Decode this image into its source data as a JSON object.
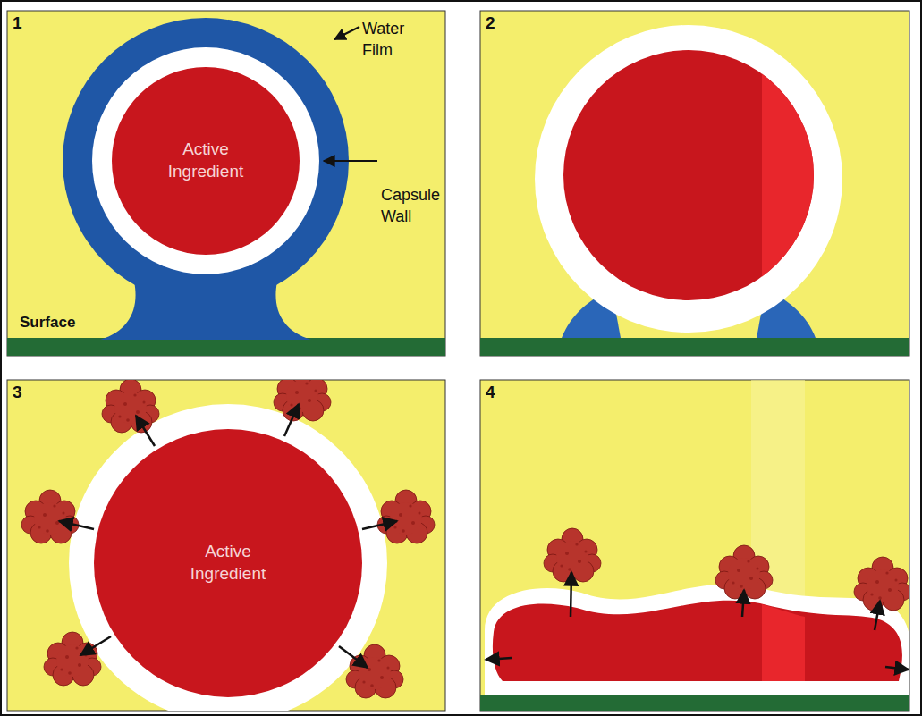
{
  "diagram": {
    "nodes": [
      {
        "text": [
          "1"
        ]
      },
      {
        "text": [
          "Active Ingredient"
        ],
        "in": 0
      },
      {
        "text": [
          "2"
        ]
      },
      {
        "text": [
          "3"
        ]
      },
      {
        "text": [
          "Active Ingredient"
        ],
        "in": 3
      },
      {
        "text": [
          "4"
        ]
      }
    ],
    "labels": [
      "Water Film",
      "Capsule Wall",
      "Surface"
    ]
  }
}
